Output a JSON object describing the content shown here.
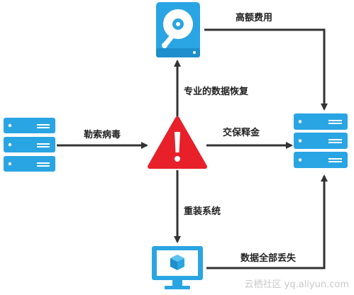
{
  "labels": {
    "ransomware": "勒索病毒",
    "professional_recovery": "专业的数据恢复",
    "high_cost": "高额费用",
    "pay_ransom": "交保释金",
    "reinstall_system": "重装系统",
    "data_lost": "数据全部丢失"
  },
  "watermark": "云栖社区 yq.aliyun.com",
  "colors": {
    "server_blue": "#2aa5e3",
    "server_dark": "#1e8fcc",
    "warning_red": "#e8202a",
    "arrow": "#333333"
  },
  "icons": {
    "source_server": "server-stack-icon",
    "target_server": "server-stack-icon",
    "hard_drive": "hard-drive-icon",
    "warning": "warning-triangle-icon",
    "monitor": "monitor-cube-icon"
  }
}
